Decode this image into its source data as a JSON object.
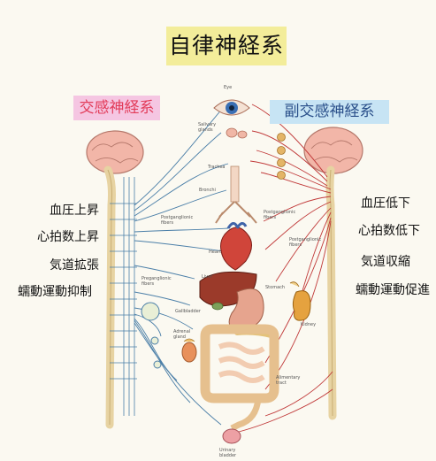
{
  "title": "自律神経系",
  "sympathetic": {
    "heading": "交感神経系",
    "effects": [
      "血圧上昇",
      "心拍数上昇",
      "気道拡張",
      "蠕動運動抑制"
    ]
  },
  "parasympathetic": {
    "heading": "副交感神経系",
    "effects": [
      "血圧低下",
      "心拍数低下",
      "気道収縮",
      "蠕動運動促進"
    ]
  },
  "organ_labels": {
    "eye": "Eye",
    "salivary": "Salivary glands",
    "trachea": "Trachea",
    "bronchi": "Bronchi",
    "postganglionic_left": "Postganglionic fibers",
    "postganglionic_right": "Postganglionic fibers",
    "postganglionic_right2": "Postganglionic fibers",
    "heart": "Heart",
    "preganglionic": "Preganglionic fibers",
    "liver": "Liver",
    "stomach": "Stomach",
    "gallbladder": "Gallbladder",
    "adrenal": "Adrenal gland",
    "kidney": "Kidney",
    "alimentary": "Alimentary tract",
    "bladder": "Urinary bladder"
  },
  "colors": {
    "title_bg": "#f3ed9a",
    "sympathetic_bg": "#f5c6e2",
    "sympathetic_text": "#e23c5a",
    "parasympathetic_bg": "#c7e4f4",
    "parasympathetic_text": "#2a4f8a",
    "sympathetic_nerve": "#4b7fa8",
    "parasympathetic_nerve": "#c03838"
  }
}
